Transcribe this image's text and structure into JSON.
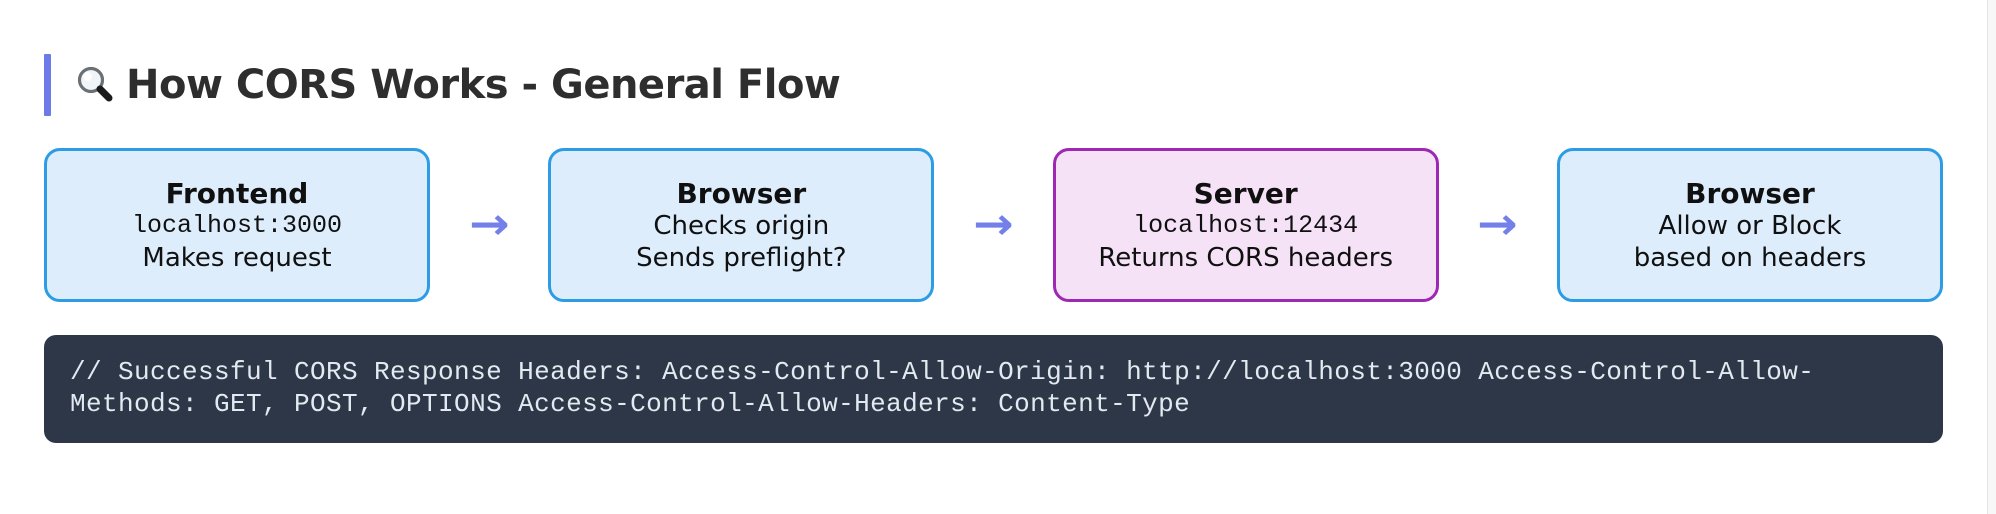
{
  "theme": {
    "accent": "#6d7bea",
    "arrow_color": "#7480ea",
    "blue_box_bg": "#ddedfc",
    "blue_box_border": "#2c9de5",
    "pink_box_bg": "#f5e2f7",
    "pink_box_border": "#9e28b4",
    "code_bg": "#2d3748",
    "code_text": "#e3e9f0",
    "title_color": "#2e2e2e",
    "box_text_color": "#101010"
  },
  "header": {
    "icon": "magnifying-glass",
    "title": "How CORS Works - General Flow"
  },
  "flow": {
    "arrow_glyph": "→",
    "steps": [
      {
        "name": "Frontend",
        "detail1": "localhost:3000",
        "detail1_mono": true,
        "detail2": "Makes request",
        "variant": "blue"
      },
      {
        "name": "Browser",
        "detail1": "Checks origin",
        "detail1_mono": false,
        "detail2": "Sends preflight?",
        "variant": "blue"
      },
      {
        "name": "Server",
        "detail1": "localhost:12434",
        "detail1_mono": true,
        "detail2": "Returns CORS headers",
        "variant": "pink"
      },
      {
        "name": "Browser",
        "detail1": "Allow or Block",
        "detail1_mono": false,
        "detail2": "based on headers",
        "variant": "blue"
      }
    ]
  },
  "code_block": {
    "lines": [
      "// Successful CORS Response Headers: Access-Control-Allow-Origin: http://localhost:3000 Access-Control-Allow-",
      "Methods: GET, POST, OPTIONS Access-Control-Allow-Headers: Content-Type"
    ]
  }
}
